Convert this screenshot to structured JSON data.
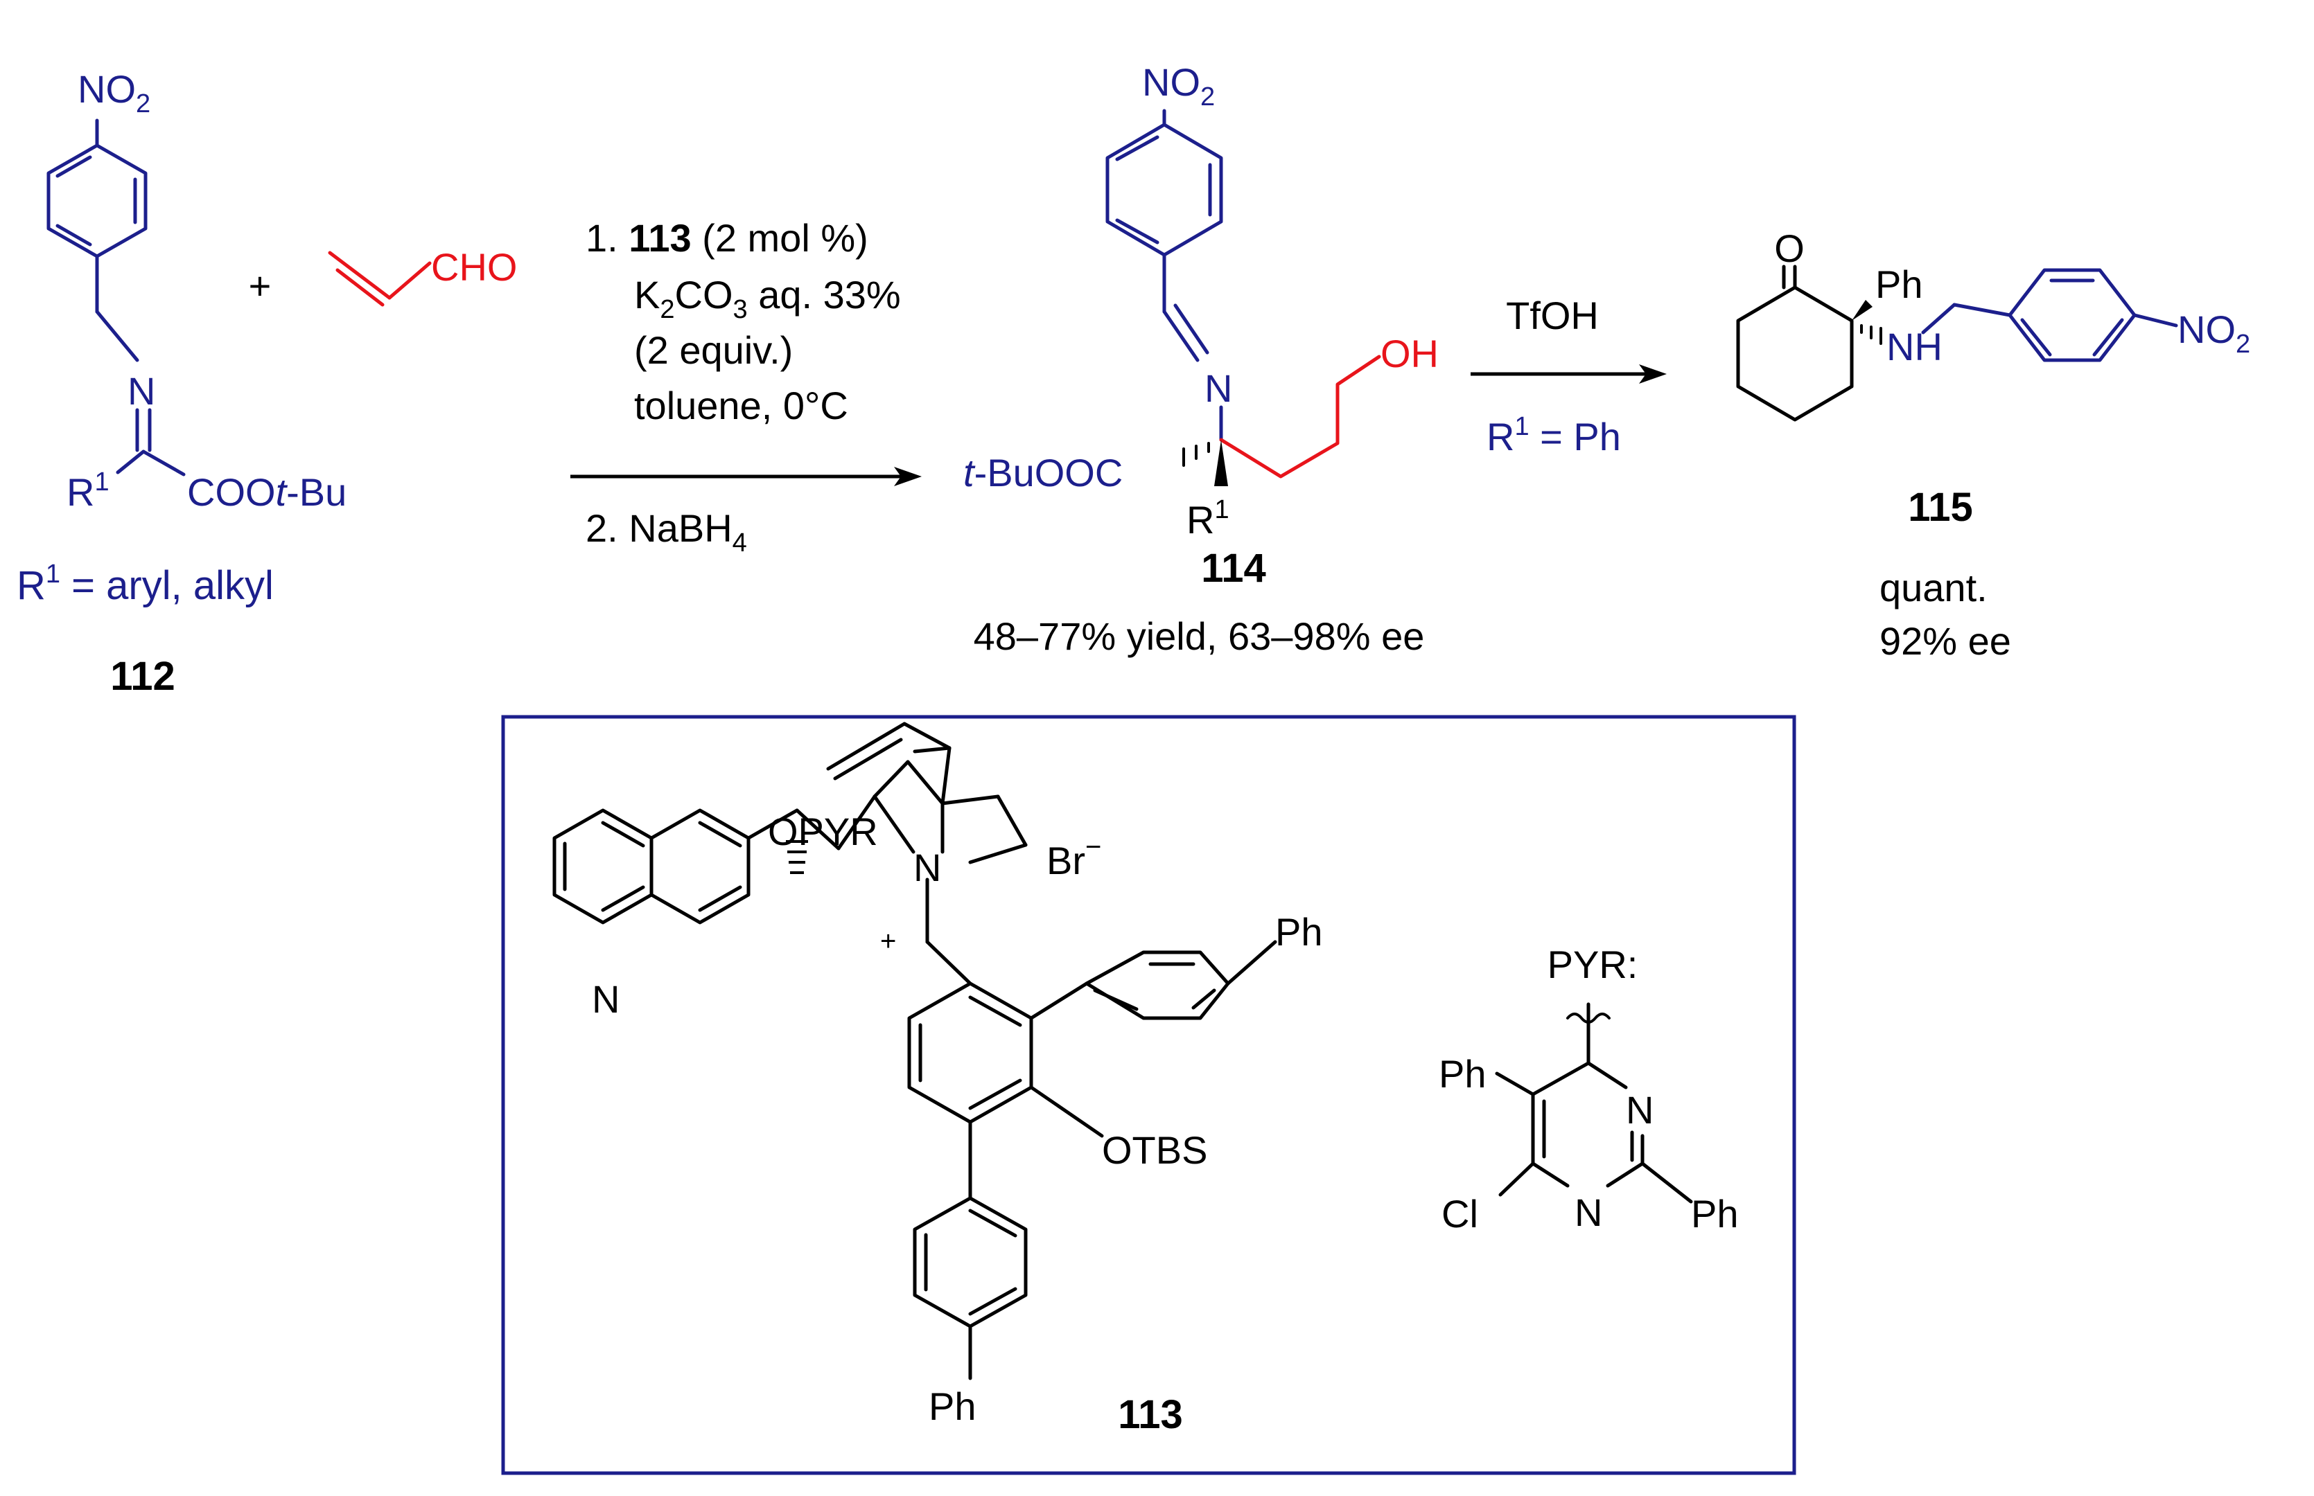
{
  "colors": {
    "blue": "#1c1f8c",
    "red": "#e8141b",
    "black": "#000000",
    "box": "#1c1f8c"
  },
  "compound_112": {
    "nitro": "NO",
    "nitro_sub": "2",
    "imine_n": "N",
    "r1": "R",
    "r1_sup": "1",
    "ester": "COO",
    "ester_t": "t",
    "ester_bu": "-Bu",
    "def_r": "R",
    "def_sup": "1",
    "def_text": " = aryl, alkyl",
    "label": "112"
  },
  "plus": "+",
  "acrolein": {
    "cho": "CHO"
  },
  "conditions_1": {
    "line1_num": "1. ",
    "line1_cat": "113",
    "line1_rest": " (2 mol %)",
    "line2_k": "K",
    "line2_k_sub": "2",
    "line2_co": "CO",
    "line2_co_sub": "3",
    "line2_rest": " aq. 33%",
    "line3": "(2 equiv.)",
    "line4": "toluene, 0°C",
    "line5": "2. NaBH",
    "line5_sub": "4"
  },
  "compound_114": {
    "nitro": "NO",
    "nitro_sub": "2",
    "imine_n": "N",
    "oh": "OH",
    "ester_t": "t",
    "ester_rest": "-BuOOC",
    "r1": "R",
    "r1_sup": "1",
    "label": "114",
    "yield": "48–77% yield, 63–98% ee"
  },
  "conditions_2": {
    "reagent": "TfOH",
    "r1": "R",
    "r1_sup": "1",
    "r1_rest": " = Ph"
  },
  "compound_115": {
    "oxo": "O",
    "ph": "Ph",
    "nh": "NH",
    "nitro": "NO",
    "nitro_sub": "2",
    "label": "115",
    "quant": "quant.",
    "ee": "92% ee"
  },
  "catalyst_113": {
    "opyr": "OPYR",
    "br": "Br",
    "br_charge": "−",
    "n_plus": "N",
    "plus": "+",
    "quinoline_n": "N",
    "ph_top": "Ph",
    "otbs": "OTBS",
    "ph_bottom": "Ph",
    "label": "113"
  },
  "pyr": {
    "title": "PYR:",
    "ph_left": "Ph",
    "n_top": "N",
    "n_bottom": "N",
    "cl": "Cl",
    "ph_right": "Ph"
  }
}
